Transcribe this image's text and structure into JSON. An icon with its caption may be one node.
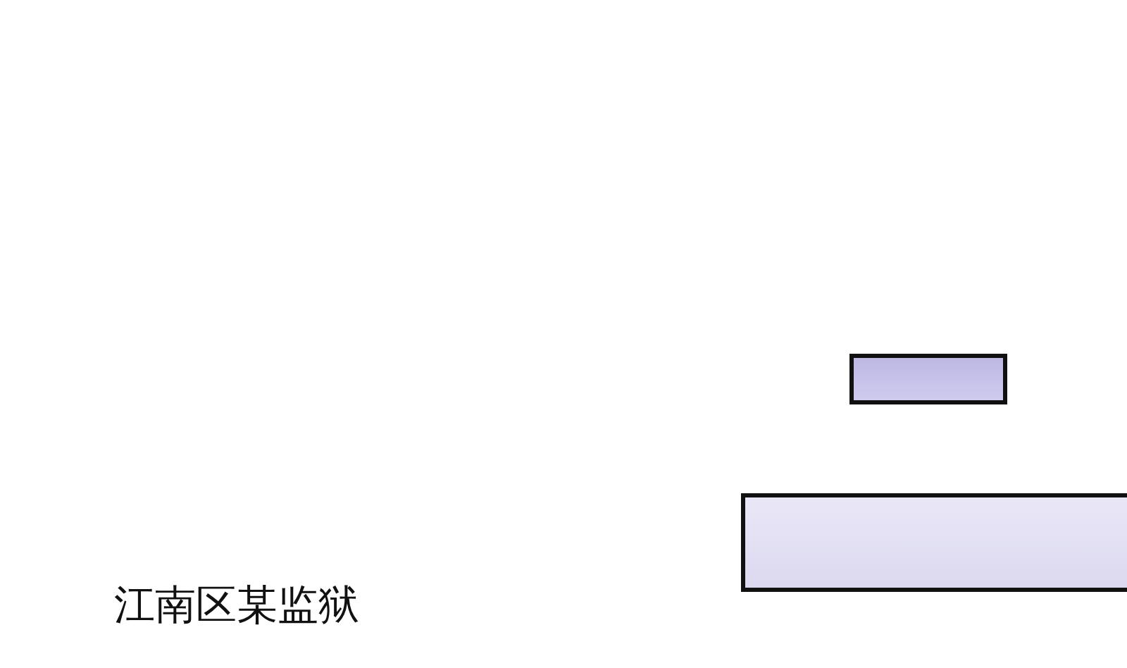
{
  "diagram": {
    "nodes": [
      {
        "text": [],
        "shape": "box"
      },
      {
        "text": [],
        "shape": "box"
      }
    ],
    "labels": [
      "江南区某监狱"
    ]
  }
}
